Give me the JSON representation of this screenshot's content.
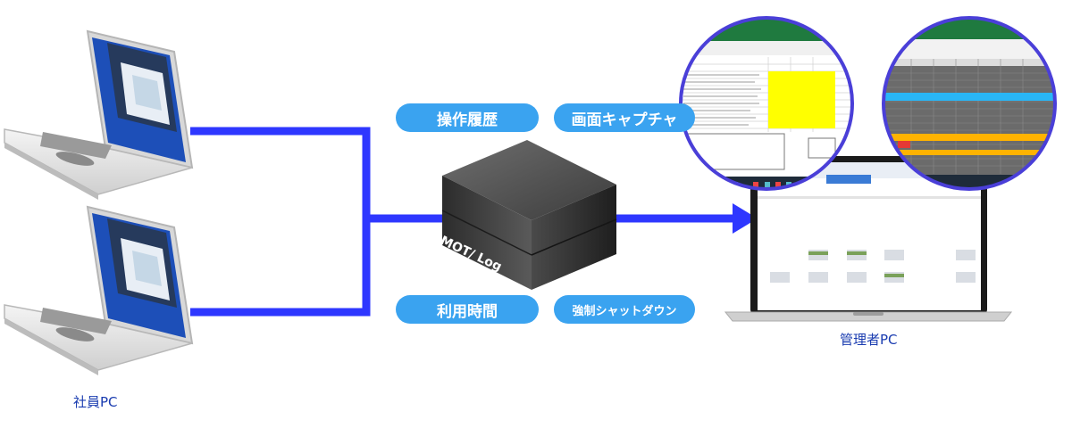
{
  "labels": {
    "employee_pc": "社員PC",
    "admin_pc": "管理者PC",
    "box_brand": "MOT/ Log"
  },
  "features": {
    "operation_history": "操作履歴",
    "screen_capture": "画面キャプチャ",
    "usage_time": "利用時間",
    "forced_shutdown": "強制シャットダウン"
  },
  "colors": {
    "line": "#2e37ff",
    "pill": "#3aa3f0",
    "caption": "#1a3cb0",
    "zoom_ring": "#4a3fd8",
    "highlight_yellow": "#ffff00",
    "highlight_cyan": "#29b6f6",
    "highlight_orange": "#ffb300"
  },
  "icons": {
    "laptop": "laptop-icon",
    "server_box": "server-box-icon",
    "magnifier": "zoom-circle"
  }
}
